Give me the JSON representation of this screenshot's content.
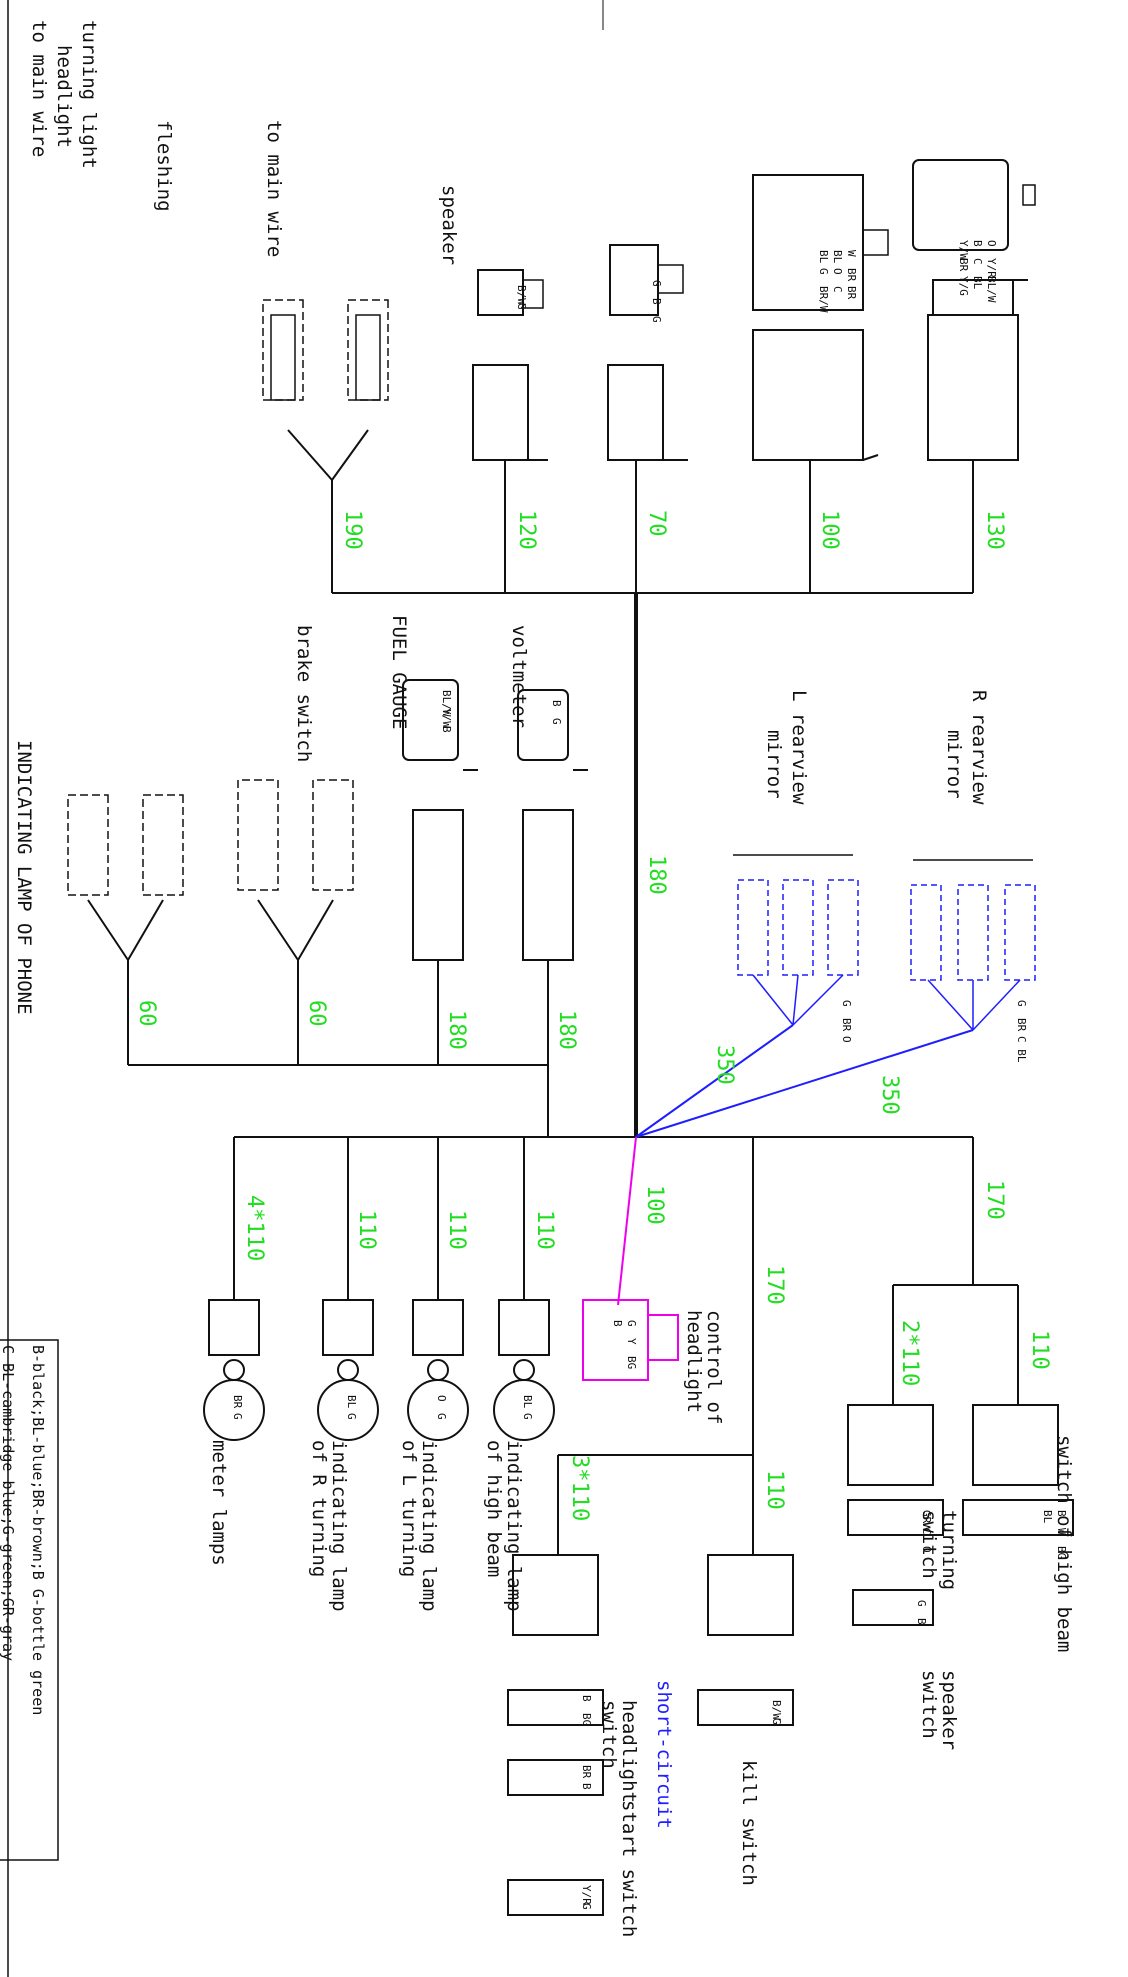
{
  "labels": {
    "to_main_wire_top": "to main wire",
    "headlight_turning_light": [
      "headlight",
      "turning light"
    ],
    "fleshing": "fleshing",
    "to_main_wire": "to main wire",
    "speaker": "speaker",
    "voltmeter": "voltmeter",
    "fuel_gauge": "FUEL GAUGE",
    "brake_switch": "brake switch",
    "indicating_lamp_of_phone": "INDICATING LAMP OF PHONE",
    "r_rearview_mirror": [
      "R rearview",
      "mirror"
    ],
    "l_rearview_mirror": [
      "L rearview",
      "mirror"
    ],
    "control_of_headlight": [
      "control of",
      "headlight"
    ],
    "switch_of_high_beam": "switch of high beam",
    "turning_switch": [
      "turning",
      "switch"
    ],
    "speaker_switch": [
      "speaker",
      "switch"
    ],
    "kill_switch": "kill switch",
    "short_circuit": "short-circuit",
    "headlight_switch": [
      "headlight",
      "switch"
    ],
    "start_switch": "start switch",
    "indicating_lamp_high_beam": [
      "indicating lamp",
      "of high beam"
    ],
    "indicating_lamp_l_turning": [
      "indicating lamp",
      "of L turning"
    ],
    "indicating_lamp_r_turning": [
      "indicating lamp",
      "of R turning"
    ],
    "meter_lamps": "meter lamps"
  },
  "lengths": {
    "to_main_wire_top": "130",
    "headlight_turning_light": "100",
    "fleshing": "70",
    "to_main_wire": "120",
    "speaker": "190",
    "trunk": "180",
    "voltmeter": "180",
    "fuel_gauge": "180",
    "brake_switch": "60",
    "indicating_lamp_of_phone": "60",
    "r_mirror": "350",
    "l_mirror": "350",
    "switch_branch": "170",
    "high_beam_switch": "110",
    "turning_switch": "2*110",
    "control_headlight": "100",
    "kill_branch": "170",
    "kill_switch": "110",
    "headlight_start": "3*110",
    "lamp_high_beam": "110",
    "lamp_l_turning": "110",
    "lamp_r_turning": "110",
    "meter_lamps": "4*110"
  },
  "pin_codes": {
    "top_connector": [
      "O",
      "Y/R",
      "BL/W",
      "B",
      "C",
      "BL",
      "Y/W",
      "BR",
      "Y/G"
    ],
    "headlight_connector": [
      "W",
      "BR",
      "BR",
      "BL",
      "O",
      "C",
      "BL",
      "G",
      "BR/W"
    ],
    "fleshing": [
      "G",
      "B",
      "G"
    ],
    "to_main_wire": [
      "B/W",
      "G"
    ],
    "voltmeter": [
      "B",
      "G"
    ],
    "fuel_gauge": [
      "BL/W",
      "Y/W",
      "B"
    ],
    "r_mirror": [
      "G",
      "BR",
      "C BL"
    ],
    "l_mirror": [
      "G",
      "BR",
      "O"
    ],
    "control_headlight": [
      "G",
      "Y",
      "BG",
      "B"
    ],
    "high_beam": [
      "B",
      "W",
      "BG",
      "BL"
    ],
    "turning": [
      "GR",
      "C",
      "O"
    ],
    "speaker_sw": [
      "G",
      "B"
    ],
    "kill": [
      "B/W",
      "G"
    ],
    "headlight_sw": [
      "B",
      "BG"
    ],
    "headlight_sw2": [
      "BR",
      "B"
    ],
    "start": [
      "Y/R",
      "G"
    ],
    "lamp_high": [
      "BL",
      "G"
    ],
    "lamp_l": [
      "O",
      "G"
    ],
    "lamp_r": [
      "BL",
      "G"
    ],
    "lamp_meter": [
      "BR",
      "G"
    ]
  },
  "legend": {
    "line1": "B-black;BL-blue;BR-brown;B G-bottle green",
    "line2": "C BL-cambridge blue;G-green;GR-gray"
  },
  "colors": {
    "wire": "#111111",
    "length": "#22dd22",
    "mirror": "#1e1eff",
    "control": "#ee00ee"
  }
}
